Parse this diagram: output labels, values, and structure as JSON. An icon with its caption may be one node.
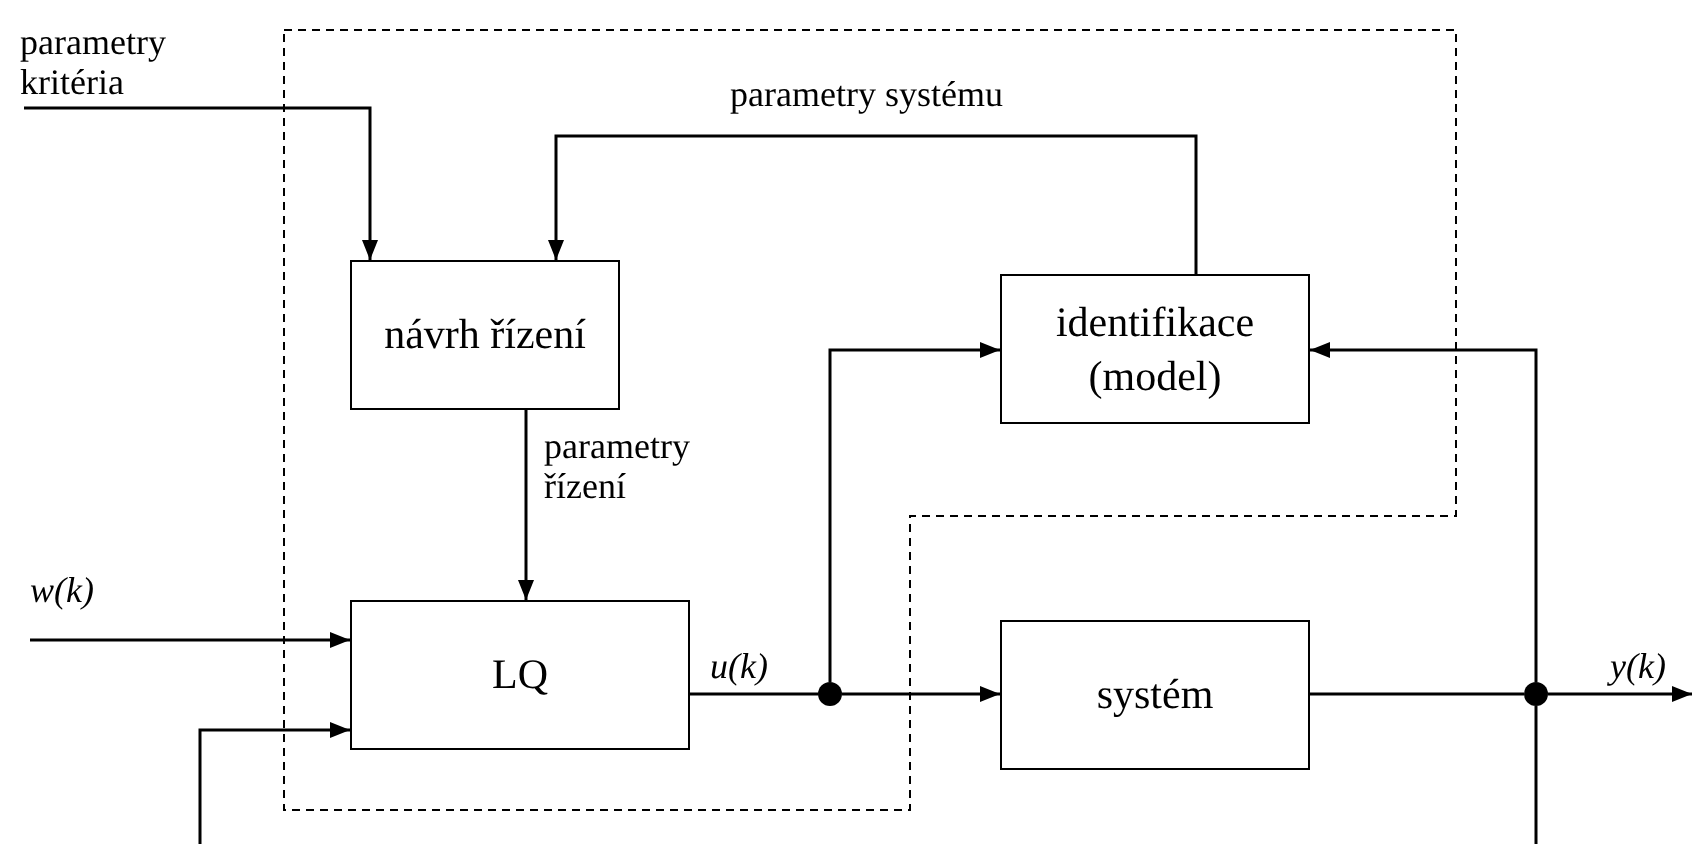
{
  "diagram": {
    "nodes": [
      {
        "text": [
          "parametry kritéria"
        ]
      },
      {
        "text": [
          "návrh řízení"
        ]
      },
      {
        "text": [
          "identifikace (model)"
        ]
      },
      {
        "text": [
          "LQ"
        ]
      },
      {
        "text": [],
        "shape": "circle"
      },
      {
        "text": [
          "systém"
        ]
      },
      {
        "text": [],
        "shape": "circle"
      }
    ],
    "edges": [
      {
        "from": 0,
        "to": 1,
        "arrow": "to"
      },
      {
        "from": 2,
        "to": 1,
        "arrow": "to",
        "label": "parametry systému"
      },
      {
        "from": 1,
        "to": 3,
        "arrow": "to",
        "label": "parametry řízení"
      },
      {
        "from": null,
        "to": 3,
        "arrow": "to",
        "label": "w(k)"
      },
      {
        "from": null,
        "to": 3,
        "arrow": "to"
      },
      {
        "from": 3,
        "to": 4,
        "arrow": "none",
        "label": "u(k)"
      },
      {
        "from": 4,
        "to": 5,
        "arrow": "to"
      },
      {
        "from": 4,
        "to": 2,
        "arrow": "to"
      },
      {
        "from": 5,
        "to": 6,
        "arrow": "none"
      },
      {
        "from": 6,
        "to": null,
        "arrow": "to",
        "label": "y(k)"
      },
      {
        "from": 6,
        "to": 2,
        "arrow": "to"
      },
      {
        "from": 6,
        "to": null,
        "arrow": "none"
      }
    ]
  }
}
